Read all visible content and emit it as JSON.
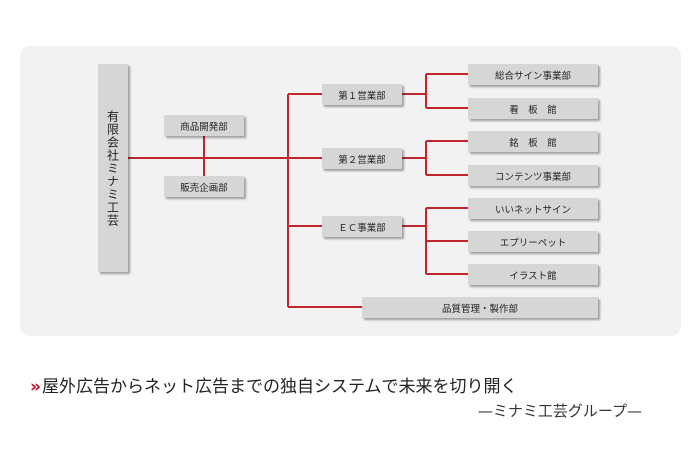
{
  "diagram": {
    "line_color": "#c0262d",
    "box_color": "#d6d6d6",
    "root": "有限会社ミナミ工芸",
    "planning": [
      "商品開発部",
      "販売企画部"
    ],
    "divisions": [
      {
        "label": "第１営業部",
        "children": [
          "総合サイン事業部",
          "看　板　館"
        ]
      },
      {
        "label": "第２営業部",
        "children": [
          "銘　板　館",
          "コンテンツ事業部"
        ]
      },
      {
        "label": "ＥＣ事業部",
        "children": [
          "いいネットサイン",
          "エプリーペット",
          "イラスト館"
        ]
      }
    ],
    "quality": "品質管理・製作部"
  },
  "tagline": {
    "marker": "››",
    "text": "屋外広告からネット広告までの独自システムで未来を切り開く"
  },
  "signature": "—ミナミ工芸グループ—"
}
